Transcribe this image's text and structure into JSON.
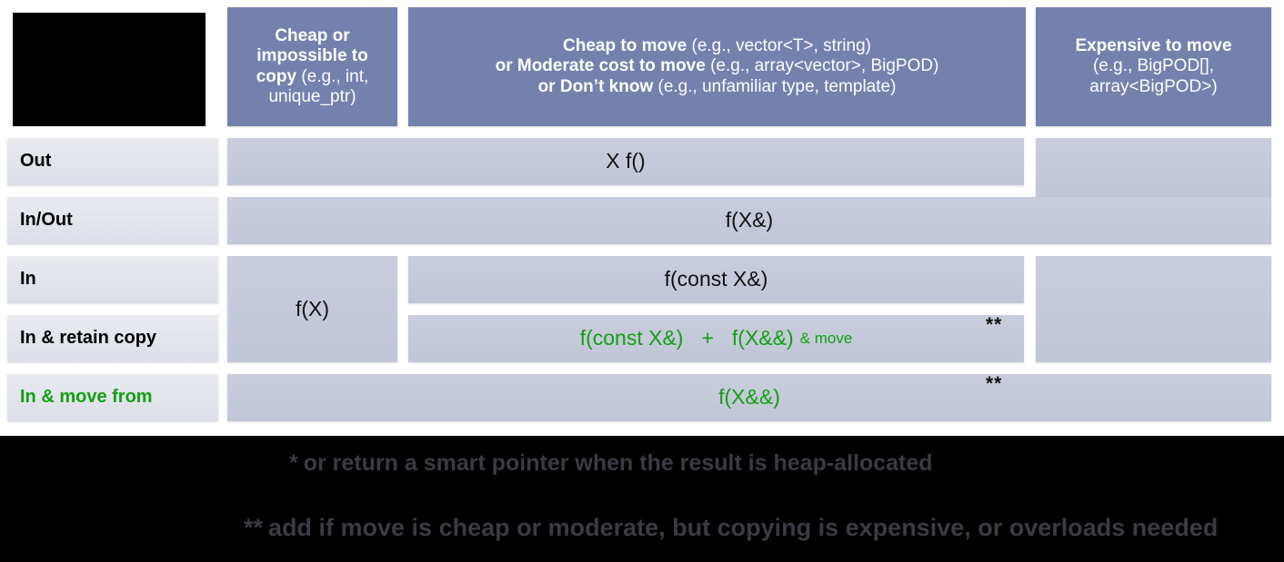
{
  "title": "C++ parameter passing guidelines table",
  "colors": {
    "header_blue": "#7581ad",
    "cell_gray": "#c6cadb",
    "rowlabel_gray": "#e4e6ec",
    "green": "#12a012",
    "black": "#000000",
    "white": "#ffffff",
    "footnote_gray": "#3b3b44"
  },
  "table": {
    "corner_cell": "",
    "headers": [
      {
        "id": "cheap-or-impossible-to-copy",
        "lines": [
          {
            "bold": "Cheap or",
            "rest": ""
          },
          {
            "bold": "impossible to",
            "rest": ""
          },
          {
            "bold": "copy",
            "rest": " (e.g., int,"
          },
          {
            "bold": "",
            "rest": "unique_ptr)"
          }
        ],
        "plain": "Cheap or impossible to copy (e.g., int, unique_ptr)"
      },
      {
        "id": "cheap-or-moderate-or-unknown-to-move",
        "lines": [
          {
            "bold": "Cheap to move",
            "rest": " (e.g., vector<T>, string)"
          },
          {
            "bold": "or Moderate cost to move",
            "rest": " (e.g., array<vector>, BigPOD)"
          },
          {
            "bold": "or Don’t know",
            "rest": " (e.g., unfamiliar type, template)"
          }
        ],
        "plain": "Cheap to move (e.g., vector<T>, string) or Moderate cost to move (e.g., array<vector>, BigPOD) or Don’t know (e.g., unfamiliar type, template)"
      },
      {
        "id": "expensive-to-move",
        "lines": [
          {
            "bold": "Expensive to move",
            "rest": ""
          },
          {
            "bold": "",
            "rest": "(e.g., BigPOD[],"
          },
          {
            "bold": "",
            "rest": "array<BigPOD>)"
          }
        ],
        "plain": "Expensive to move (e.g., BigPOD[], array<BigPOD>)"
      }
    ],
    "rows": [
      {
        "id": "out",
        "label": "Out",
        "green": false
      },
      {
        "id": "in-out",
        "label": "In/Out",
        "green": false
      },
      {
        "id": "in",
        "label": "In",
        "green": false
      },
      {
        "id": "in-and-retain-copy",
        "label": "In & retain copy",
        "green": false
      },
      {
        "id": "in-and-move-from",
        "label": "In & move from",
        "green": true
      }
    ],
    "cells": {
      "out_middle": "X f()",
      "out_right": "",
      "inout_all": "f(X&)",
      "in_left": "f(X)",
      "in_middle": "f(const X&)",
      "in_right": "",
      "retain_copy_const_ref": "f(const X&)",
      "retain_copy_plus": "+",
      "retain_copy_rvalue": "f(X&&)",
      "retain_copy_and_move": "& move",
      "retain_copy_stars": "**",
      "retain_copy_right": "",
      "move_from_all": "f(X&&)",
      "move_from_stars": "**"
    }
  },
  "footnotes": [
    {
      "id": "footnote-single-star",
      "marker": "*",
      "text": "or return a smart pointer when the result is heap-allocated"
    },
    {
      "id": "footnote-double-star",
      "marker": "**",
      "text": "add if move is cheap or moderate, but copying is expensive, or overloads needed"
    }
  ]
}
